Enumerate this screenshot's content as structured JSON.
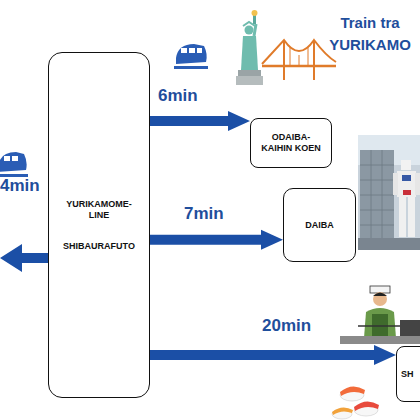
{
  "diagram": {
    "title": "Train tra YURIKAMO",
    "nodes": [
      {
        "text": [
          "YURIKAMOME- LINE",
          "SHIBAURAFUTO"
        ]
      },
      {
        "text": [
          "ODAIBA- KAIHIN KOEN"
        ]
      },
      {
        "text": [
          "DAIBA"
        ]
      },
      {
        "text": [
          "SH"
        ]
      }
    ],
    "edges": [
      {
        "from": 0,
        "to": 1,
        "label": "6min",
        "arrow": "to"
      },
      {
        "from": 0,
        "to": 2,
        "label": "7min",
        "arrow": "to"
      },
      {
        "from": 0,
        "to": 3,
        "label": "20min",
        "arrow": "to"
      }
    ],
    "labels": [
      "4min"
    ]
  }
}
